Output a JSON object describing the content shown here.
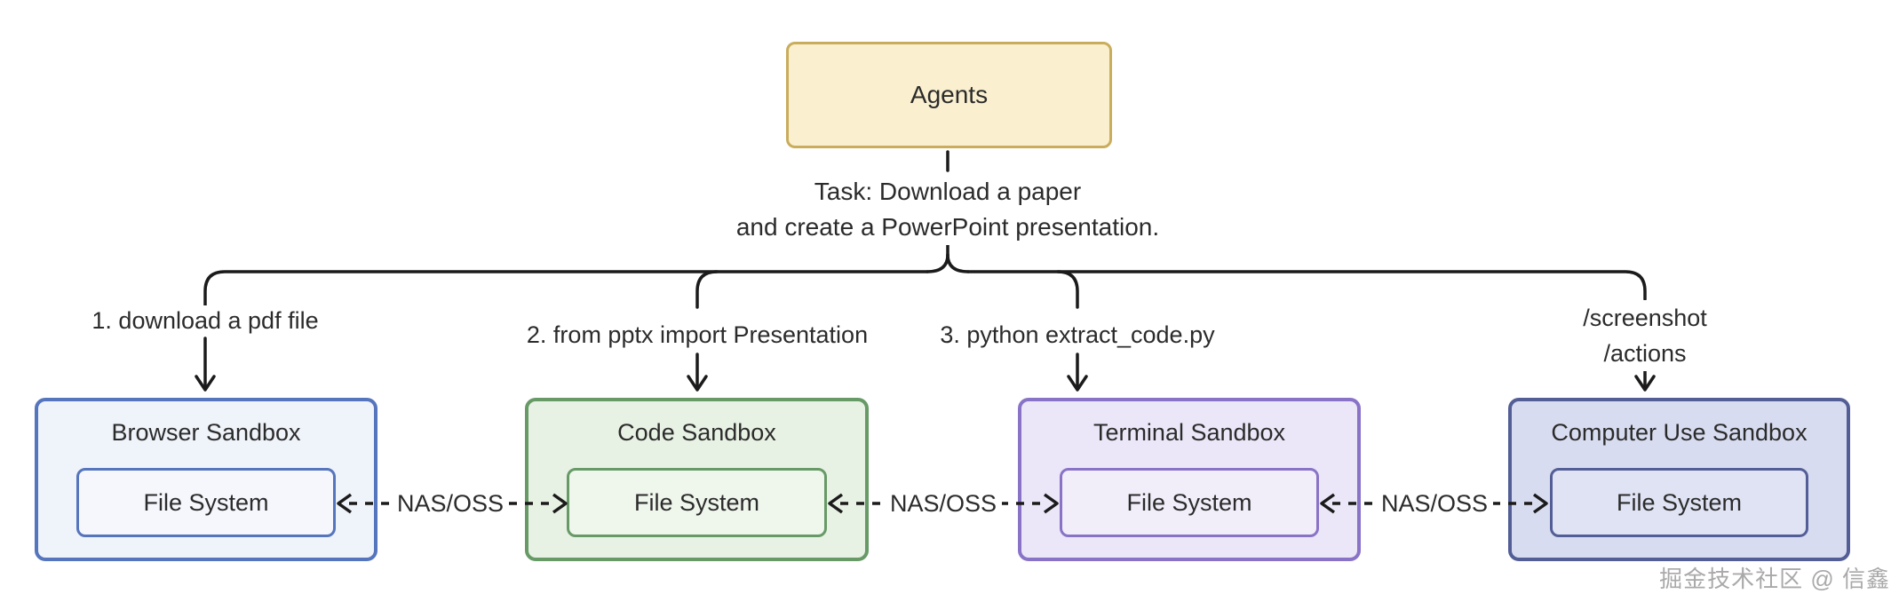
{
  "diagram": {
    "root_node": {
      "label": "Agents"
    },
    "task_label": {
      "line1": "Task: Download a paper",
      "line2": "and create a PowerPoint presentation."
    },
    "edge_labels": [
      {
        "label": "1. download a pdf file"
      },
      {
        "label": "2. from pptx import Presentation"
      },
      {
        "label": "3. python extract_code.py"
      },
      {
        "line1": "/screenshot",
        "line2": "/actions"
      }
    ],
    "sandboxes": [
      {
        "title": "Browser Sandbox",
        "inner_label": "File System",
        "border_color": "#5575bc",
        "fill_color": "#eff3fa"
      },
      {
        "title": "Code Sandbox",
        "inner_label": "File System",
        "border_color": "#679a67",
        "fill_color": "#e8f2e4"
      },
      {
        "title": "Terminal Sandbox",
        "inner_label": "File System",
        "border_color": "#8973c7",
        "fill_color": "#ebe7f8"
      },
      {
        "title": "Computer Use Sandbox",
        "inner_label": "File System",
        "border_color": "#535e96",
        "fill_color": "#d8dcf0"
      }
    ],
    "connectors": [
      {
        "label": "NAS/OSS"
      },
      {
        "label": "NAS/OSS"
      },
      {
        "label": "NAS/OSS"
      }
    ],
    "watermark": "掘金技术社区 @ 信鑫",
    "colors": {
      "root_fill": "#faefcf",
      "root_border": "#c9ad5c",
      "line": "#1b1b1b",
      "text": "#2b2b2b",
      "watermark": "#a9a9a9"
    }
  }
}
